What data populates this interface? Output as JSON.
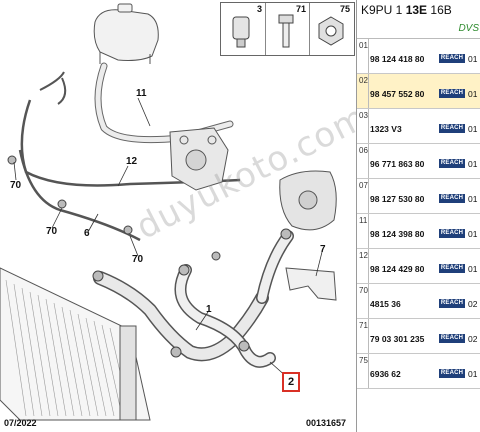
{
  "panel": {
    "engine_code": "K9PU 1",
    "engine_code_bold": "13E",
    "engine_code_tail": "16B",
    "sub_label": "DVS",
    "rows": [
      {
        "index": "01",
        "part_number": "98 124 418 80",
        "badge": "REACH",
        "qty": "01",
        "selected": false
      },
      {
        "index": "02",
        "part_number": "98 457 552 80",
        "badge": "REACH",
        "qty": "01",
        "selected": true
      },
      {
        "index": "03",
        "part_number": "1323 V3",
        "badge": "REACH",
        "qty": "01",
        "selected": false
      },
      {
        "index": "06",
        "part_number": "96 771 863 80",
        "badge": "REACH",
        "qty": "01",
        "selected": false
      },
      {
        "index": "07",
        "part_number": "98 127 530 80",
        "badge": "REACH",
        "qty": "01",
        "selected": false
      },
      {
        "index": "11",
        "part_number": "98 124 398 80",
        "badge": "REACH",
        "qty": "01",
        "selected": false
      },
      {
        "index": "12",
        "part_number": "98 124 429 80",
        "badge": "REACH",
        "qty": "01",
        "selected": false
      },
      {
        "index": "70",
        "part_number": "4815 36",
        "badge": "REACH",
        "qty": "02",
        "selected": false
      },
      {
        "index": "71",
        "part_number": "79 03 301 235",
        "badge": "REACH",
        "qty": "02",
        "selected": false
      },
      {
        "index": "75",
        "part_number": "6936 62",
        "badge": "REACH",
        "qty": "01",
        "selected": false
      }
    ]
  },
  "diagram": {
    "hardware": [
      "3",
      "71",
      "75"
    ],
    "callouts": {
      "c11": "11",
      "c12": "12",
      "c70a": "70",
      "c70b": "70",
      "c70c": "70",
      "c6": "6",
      "c7": "7",
      "c1": "1",
      "c2": "2"
    },
    "watermark": "duyukoto.com",
    "footer_left": "07/2022",
    "footer_right": "00131657"
  },
  "colors": {
    "badge": "#1f3f7a",
    "selected_row": "#fff2c6",
    "highlight_box": "#d93025",
    "sub_label": "#2e8b2e"
  }
}
